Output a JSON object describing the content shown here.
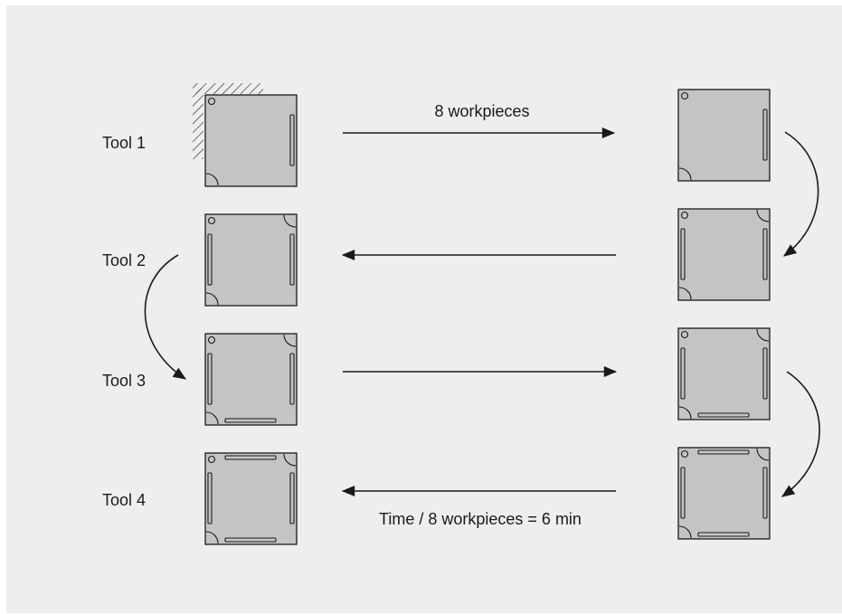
{
  "diagram": {
    "tool_labels": [
      "Tool 1",
      "Tool 2",
      "Tool 3",
      "Tool 4"
    ],
    "top_arrow_label": "8 workpieces",
    "bottom_arrow_label": "Time / 8 workpieces = 6 min",
    "colors": {
      "background": "#eeeeee",
      "workpiece_fill": "#c4c4c4",
      "stroke": "#1a1a1a"
    },
    "workpieces": [
      {
        "id": "left-1",
        "features": [
          "hole-tl",
          "arc-bl",
          "slot-right"
        ],
        "clamped": true
      },
      {
        "id": "left-2",
        "features": [
          "hole-tl",
          "arc-bl",
          "arc-tr",
          "slot-left",
          "slot-right"
        ]
      },
      {
        "id": "left-3",
        "features": [
          "hole-tl",
          "arc-bl",
          "arc-tr",
          "slot-left",
          "slot-right",
          "slot-bottom"
        ]
      },
      {
        "id": "left-4",
        "features": [
          "hole-tl",
          "arc-bl",
          "arc-tr",
          "slot-left",
          "slot-right",
          "slot-bottom",
          "slot-top"
        ]
      },
      {
        "id": "right-1",
        "features": [
          "hole-tl",
          "arc-bl",
          "slot-right"
        ]
      },
      {
        "id": "right-2",
        "features": [
          "hole-tl",
          "arc-bl",
          "arc-tr",
          "slot-left",
          "slot-right"
        ]
      },
      {
        "id": "right-3",
        "features": [
          "hole-tl",
          "arc-bl",
          "arc-tr",
          "slot-left",
          "slot-right",
          "slot-bottom"
        ]
      },
      {
        "id": "right-4",
        "features": [
          "hole-tl",
          "arc-bl",
          "arc-tr",
          "slot-left",
          "slot-right",
          "slot-bottom",
          "slot-top"
        ]
      }
    ]
  }
}
